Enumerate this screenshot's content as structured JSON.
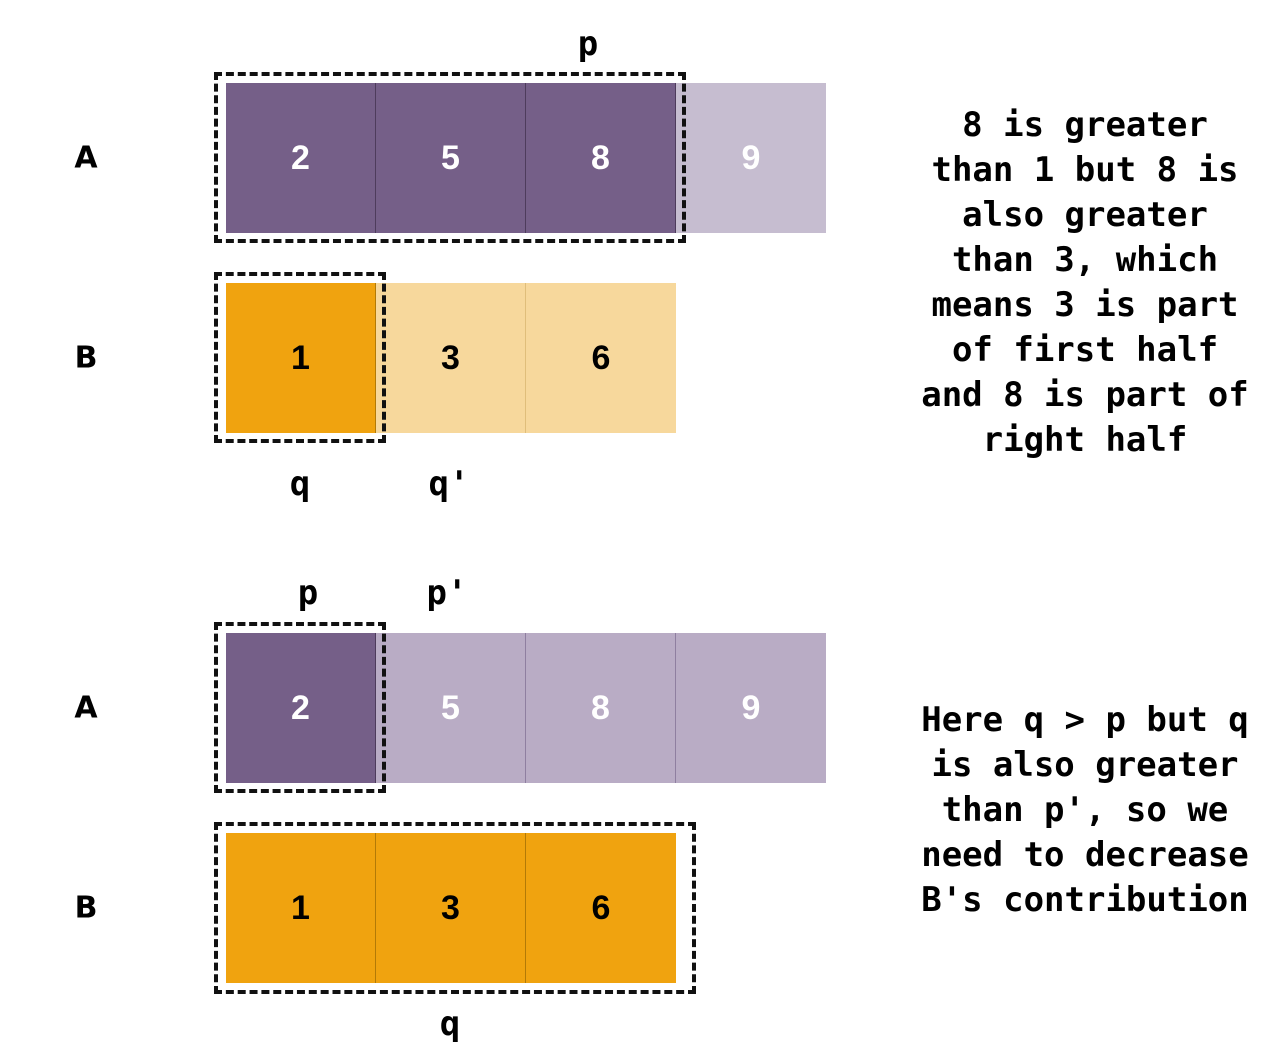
{
  "panel1": {
    "row_a_label": "A",
    "row_b_label": "B",
    "a_values": [
      "2",
      "5",
      "8",
      "9"
    ],
    "b_values": [
      "1",
      "3",
      "6"
    ],
    "pointer_p": "p",
    "pointer_q": "q",
    "pointer_q_prime": "q'",
    "note": "8 is greater than 1 but 8 is also greater than 3, which means 3 is part of first half and 8 is part of right half"
  },
  "panel2": {
    "row_a_label": "A",
    "row_b_label": "B",
    "a_values": [
      "2",
      "5",
      "8",
      "9"
    ],
    "b_values": [
      "1",
      "3",
      "6"
    ],
    "pointer_p": "p",
    "pointer_p_prime": "p'",
    "pointer_q": "q",
    "note": "Here q > p but q is also greater than p', so we need to decrease B's contribution"
  }
}
